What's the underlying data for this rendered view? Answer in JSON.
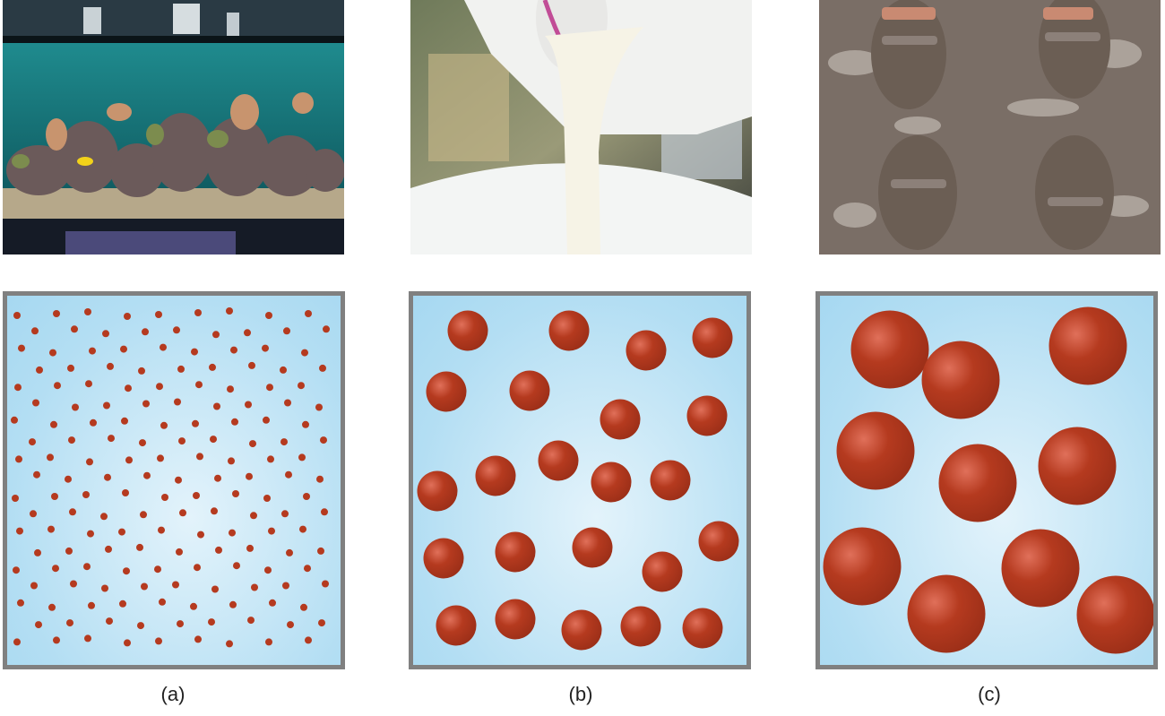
{
  "captions": {
    "a": "(a)",
    "b": "(b)",
    "c": "(c)"
  },
  "colors": {
    "particle": "#b53a1f",
    "particle_highlight": "#e0705a",
    "panel_border": "#808080",
    "panel_fill": "#b3def3"
  },
  "photos": {
    "a": "aquarium-photo",
    "b": "milk-pouring-photo",
    "c": "muddy-sandals-photo"
  }
}
